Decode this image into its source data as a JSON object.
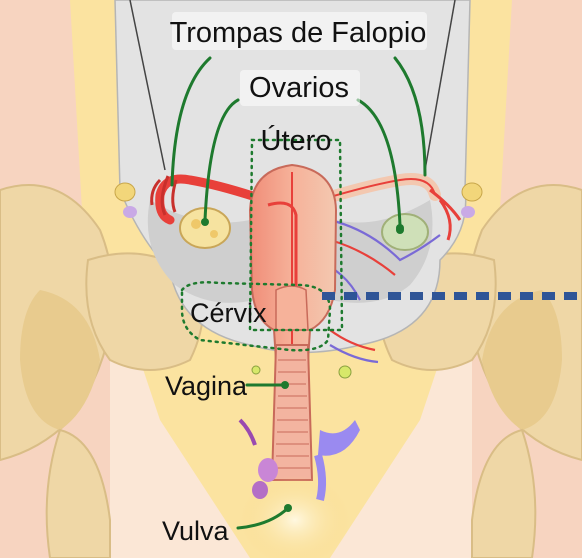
{
  "labels": {
    "fallopian_tubes": "Trompas de Falopio",
    "ovaries": "Ovarios",
    "uterus": "Útero",
    "cervix": "Cérvix",
    "vagina": "Vagina",
    "vulva": "Vulva"
  },
  "colors": {
    "pointer_line": "#1e7a2e",
    "dotted_outline": "#1e7a2e",
    "dashed_indicator": "#2f5597",
    "uterus_tissue": "#f2a58e",
    "blood_vessel": "#e8403a",
    "vein": "#7a6ad6",
    "bone": "#efd7a6",
    "skin": "#fbe7d6",
    "peritoneum": "#d8d8d8"
  }
}
